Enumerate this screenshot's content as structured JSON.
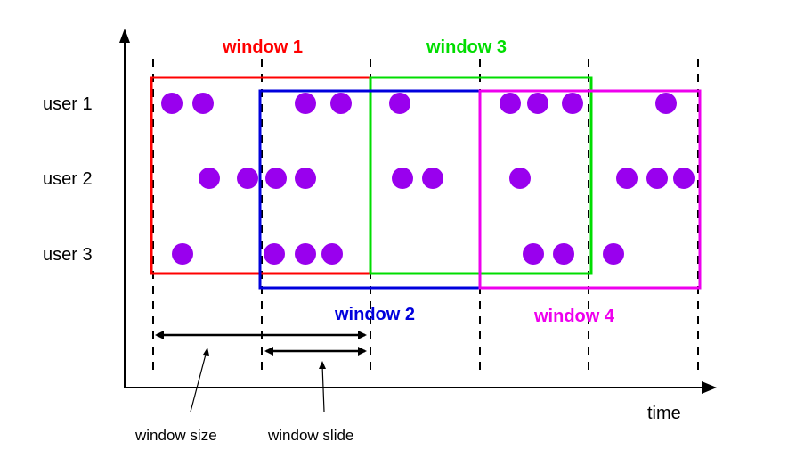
{
  "diagram": {
    "users": [
      {
        "label": "user 1"
      },
      {
        "label": "user 2"
      },
      {
        "label": "user 3"
      }
    ],
    "windows": [
      {
        "label": "window 1",
        "color": "#ff0000"
      },
      {
        "label": "window 2",
        "color": "#0000dd"
      },
      {
        "label": "window 3",
        "color": "#00dd00"
      },
      {
        "label": "window 4",
        "color": "#ee00ee"
      }
    ],
    "axis": {
      "x_label": "time"
    },
    "annotations": {
      "window_size": "window size",
      "window_slide": "window slide"
    },
    "colors": {
      "dot": "#9900ee",
      "axis": "#000000",
      "dashed": "#000000"
    }
  }
}
